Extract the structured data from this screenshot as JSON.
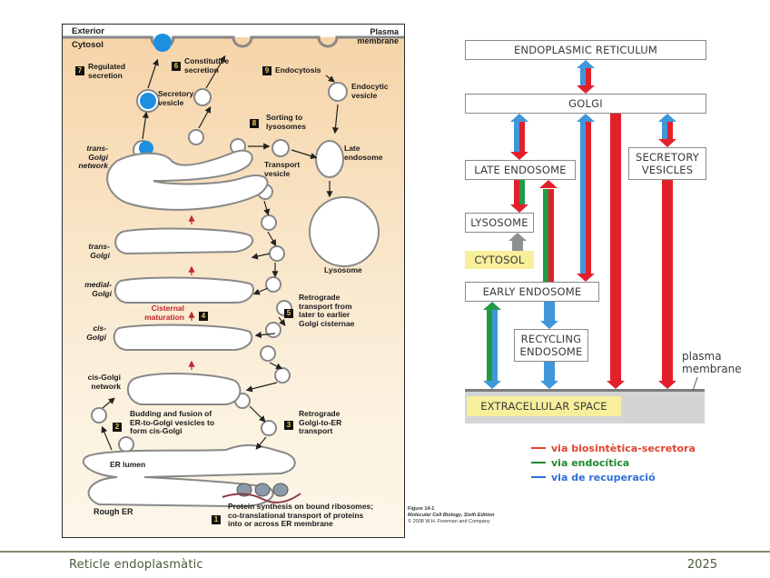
{
  "left_figure": {
    "labels": {
      "exterior": "Exterior",
      "cytosol": "Cytosol",
      "plasma_membrane": "Plasma\nmembrane",
      "regulated_secretion": "Regulated\nsecretion",
      "constitutive_secretion": "Constitutive\nsecretion",
      "endocytosis": "Endocytosis",
      "endocytic_vesicle": "Endocytic\nvesicle",
      "secretory_vesicle": "Secretory\nvesicle",
      "sorting_to_lysosomes": "Sorting to\nlysosomes",
      "trans_golgi_network": "trans-\nGolgi\nnetwork",
      "transport_vesicle": "Transport\nvesicle",
      "late_endosome": "Late\nendosome",
      "lysosome": "Lysosome",
      "trans_golgi": "trans-\nGolgi",
      "medial_golgi": "medial-\nGolgi",
      "cisternal_maturation": "Cisternal\nmaturation",
      "cis_golgi": "cis-\nGolgi",
      "retrograde_golgi": "Retrograde\ntransport from\nlater to earlier\nGolgi cisternae",
      "cis_golgi_network": "cis-Golgi\nnetwork",
      "budding_fusion": "Budding and fusion of\nER-to-Golgi vesicles to\nform cis-Golgi",
      "retrograde_er": "Retrograde\nGolgi-to-ER\ntransport",
      "er_lumen": "ER lumen",
      "rough_er": "Rough ER",
      "protein_synthesis": "Protein synthesis on bound ribosomes;\nco-translational transport of proteins\ninto or across ER membrane"
    },
    "steps": [
      "1",
      "2",
      "3",
      "4",
      "5",
      "6",
      "7",
      "8",
      "9"
    ]
  },
  "caption": {
    "figure": "Figure 14-1",
    "book": "Molecular Cell Biology, Sixth Edition",
    "copyright": "© 2008 W.H. Freeman and Company"
  },
  "right_diagram": {
    "boxes": {
      "er": "ENDOPLASMIC RETICULUM",
      "golgi": "GOLGI",
      "late_endosome": "LATE ENDOSOME",
      "secretory_vesicles": "SECRETORY\nVESICLES",
      "lysosome": "LYSOSOME",
      "cytosol": "CYTOSOL",
      "early_endosome": "EARLY ENDOSOME",
      "recycling_endosome": "RECYCLING\nENDOSOME",
      "extracellular_space": "EXTRACELLULAR SPACE"
    },
    "plasma_membrane_label": "plasma\nmembrane",
    "colors": {
      "biosynthetic": "#e3202a",
      "endocytic": "#1f9a45",
      "recovery": "#3f97d9",
      "cytosol_arrow": "#8e9192"
    },
    "legend": [
      {
        "label": "via biosintètica-secretora",
        "color": "#e1442e"
      },
      {
        "label": "via endocítica",
        "color": "#1f8a2e"
      },
      {
        "label": "via de recuperació",
        "color": "#2f6fd8"
      }
    ]
  },
  "footer": {
    "title": "Reticle endoplasmàtic",
    "year": "2025"
  }
}
